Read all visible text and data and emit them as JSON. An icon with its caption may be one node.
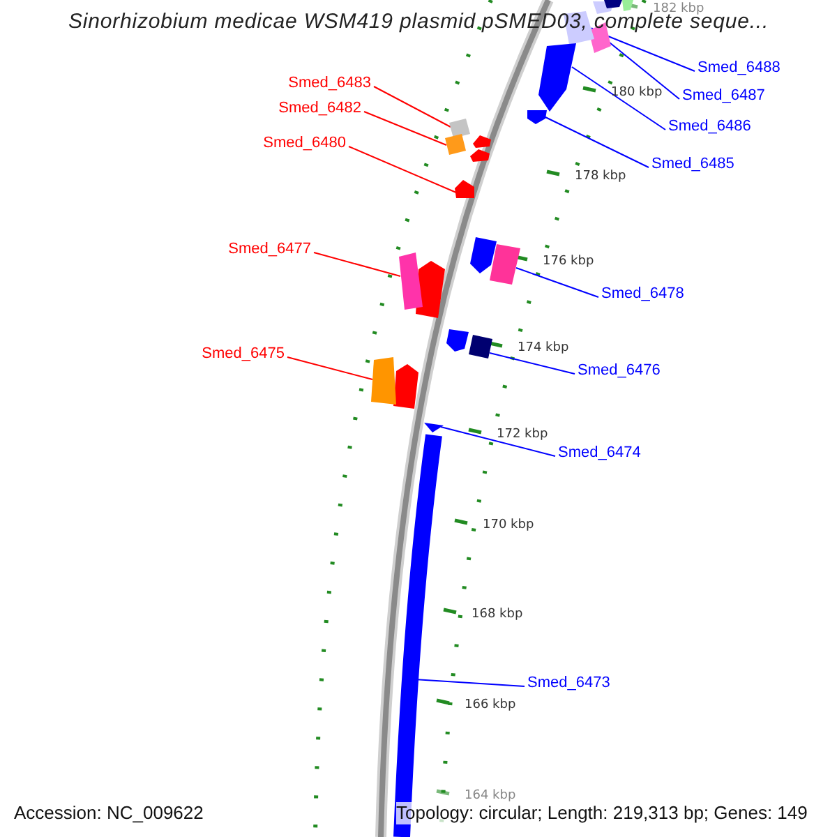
{
  "diagram": {
    "title": "Sinorhizobium medicae WSM419 plasmid pSMED03, complete seque...",
    "nodes": [
      {
        "text": [
          "Smed_6488"
        ]
      },
      {
        "text": [
          "Smed_6483"
        ]
      },
      {
        "text": [
          "Smed_6487"
        ]
      },
      {
        "text": [
          "Smed_6482"
        ]
      },
      {
        "text": [
          "Smed_6486"
        ]
      },
      {
        "text": [
          "Smed_6480"
        ]
      },
      {
        "text": [
          "Smed_6485"
        ]
      },
      {
        "text": [
          "Smed_6477"
        ]
      },
      {
        "text": [
          "Smed_6478"
        ]
      },
      {
        "text": [
          "Smed_6475"
        ]
      },
      {
        "text": [
          "Smed_6476"
        ]
      },
      {
        "text": [
          "Smed_6474"
        ]
      },
      {
        "text": [
          "Smed_6473"
        ]
      },
      {
        "text": [],
        "shape": "box"
      },
      {
        "text": [],
        "shape": "box"
      },
      {
        "text": [],
        "shape": "box"
      },
      {
        "text": [],
        "shape": "box"
      },
      {
        "text": [],
        "shape": "arrow"
      },
      {
        "text": [],
        "shape": "arrow"
      },
      {
        "text": [],
        "shape": "arrow"
      },
      {
        "text": [],
        "shape": "box"
      },
      {
        "text": [],
        "shape": "box"
      },
      {
        "text": [],
        "shape": "box"
      },
      {
        "text": [],
        "shape": "box"
      },
      {
        "text": [],
        "shape": "triangle"
      },
      {
        "text": [],
        "shape": "bar"
      }
    ],
    "edges": [
      {
        "from": 0,
        "to": 13,
        "arrow": "none"
      },
      {
        "from": 1,
        "to": 14,
        "arrow": "none",
        "color": "#ff0000"
      },
      {
        "from": 2,
        "to": 15,
        "arrow": "none"
      },
      {
        "from": 3,
        "to": 16,
        "arrow": "none",
        "color": "#ff0000"
      },
      {
        "from": 4,
        "to": 17,
        "arrow": "none"
      },
      {
        "from": 5,
        "to": 18,
        "arrow": "none",
        "color": "#ff0000"
      },
      {
        "from": 6,
        "to": 19,
        "arrow": "none"
      },
      {
        "from": 7,
        "to": 20,
        "arrow": "none",
        "color": "#ff0000"
      },
      {
        "from": 8,
        "to": 21,
        "arrow": "none"
      },
      {
        "from": 9,
        "to": 22,
        "arrow": "none",
        "color": "#ff0000"
      },
      {
        "from": 10,
        "to": 23,
        "arrow": "none"
      },
      {
        "from": 11,
        "to": 24,
        "arrow": "none"
      },
      {
        "from": 12,
        "to": 25,
        "arrow": "none"
      }
    ],
    "labels": [
      "182 kbp",
      "180 kbp",
      "178 kbp",
      "176 kbp",
      "174 kbp",
      "172 kbp",
      "170 kbp",
      "168 kbp",
      "166 kbp",
      "164 kbp",
      "Accession: NC_009622",
      "Topology: circular; Length: 219,313 bp; Genes: 149"
    ]
  }
}
